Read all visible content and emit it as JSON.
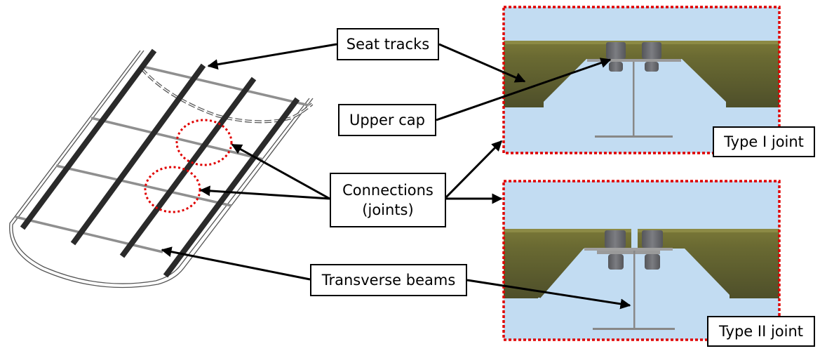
{
  "diagram": {
    "labels": {
      "seat_tracks": "Seat tracks",
      "upper_cap": "Upper cap",
      "connections_line1": "Connections",
      "connections_line2": "(joints)",
      "transverse_beams": "Transverse beams",
      "type1": "Type I joint",
      "type2": "Type II joint"
    },
    "colors": {
      "panel_bg": "#c2dcf2",
      "frame_olive": "#5a5a2e",
      "frame_olive_light": "#7d7a3a",
      "bolt": "#6c6d72",
      "beam_gray": "#8f8f8f",
      "track_dark": "#2a2a2a",
      "highlight_red": "#e00000",
      "arrow": "#000000"
    }
  }
}
